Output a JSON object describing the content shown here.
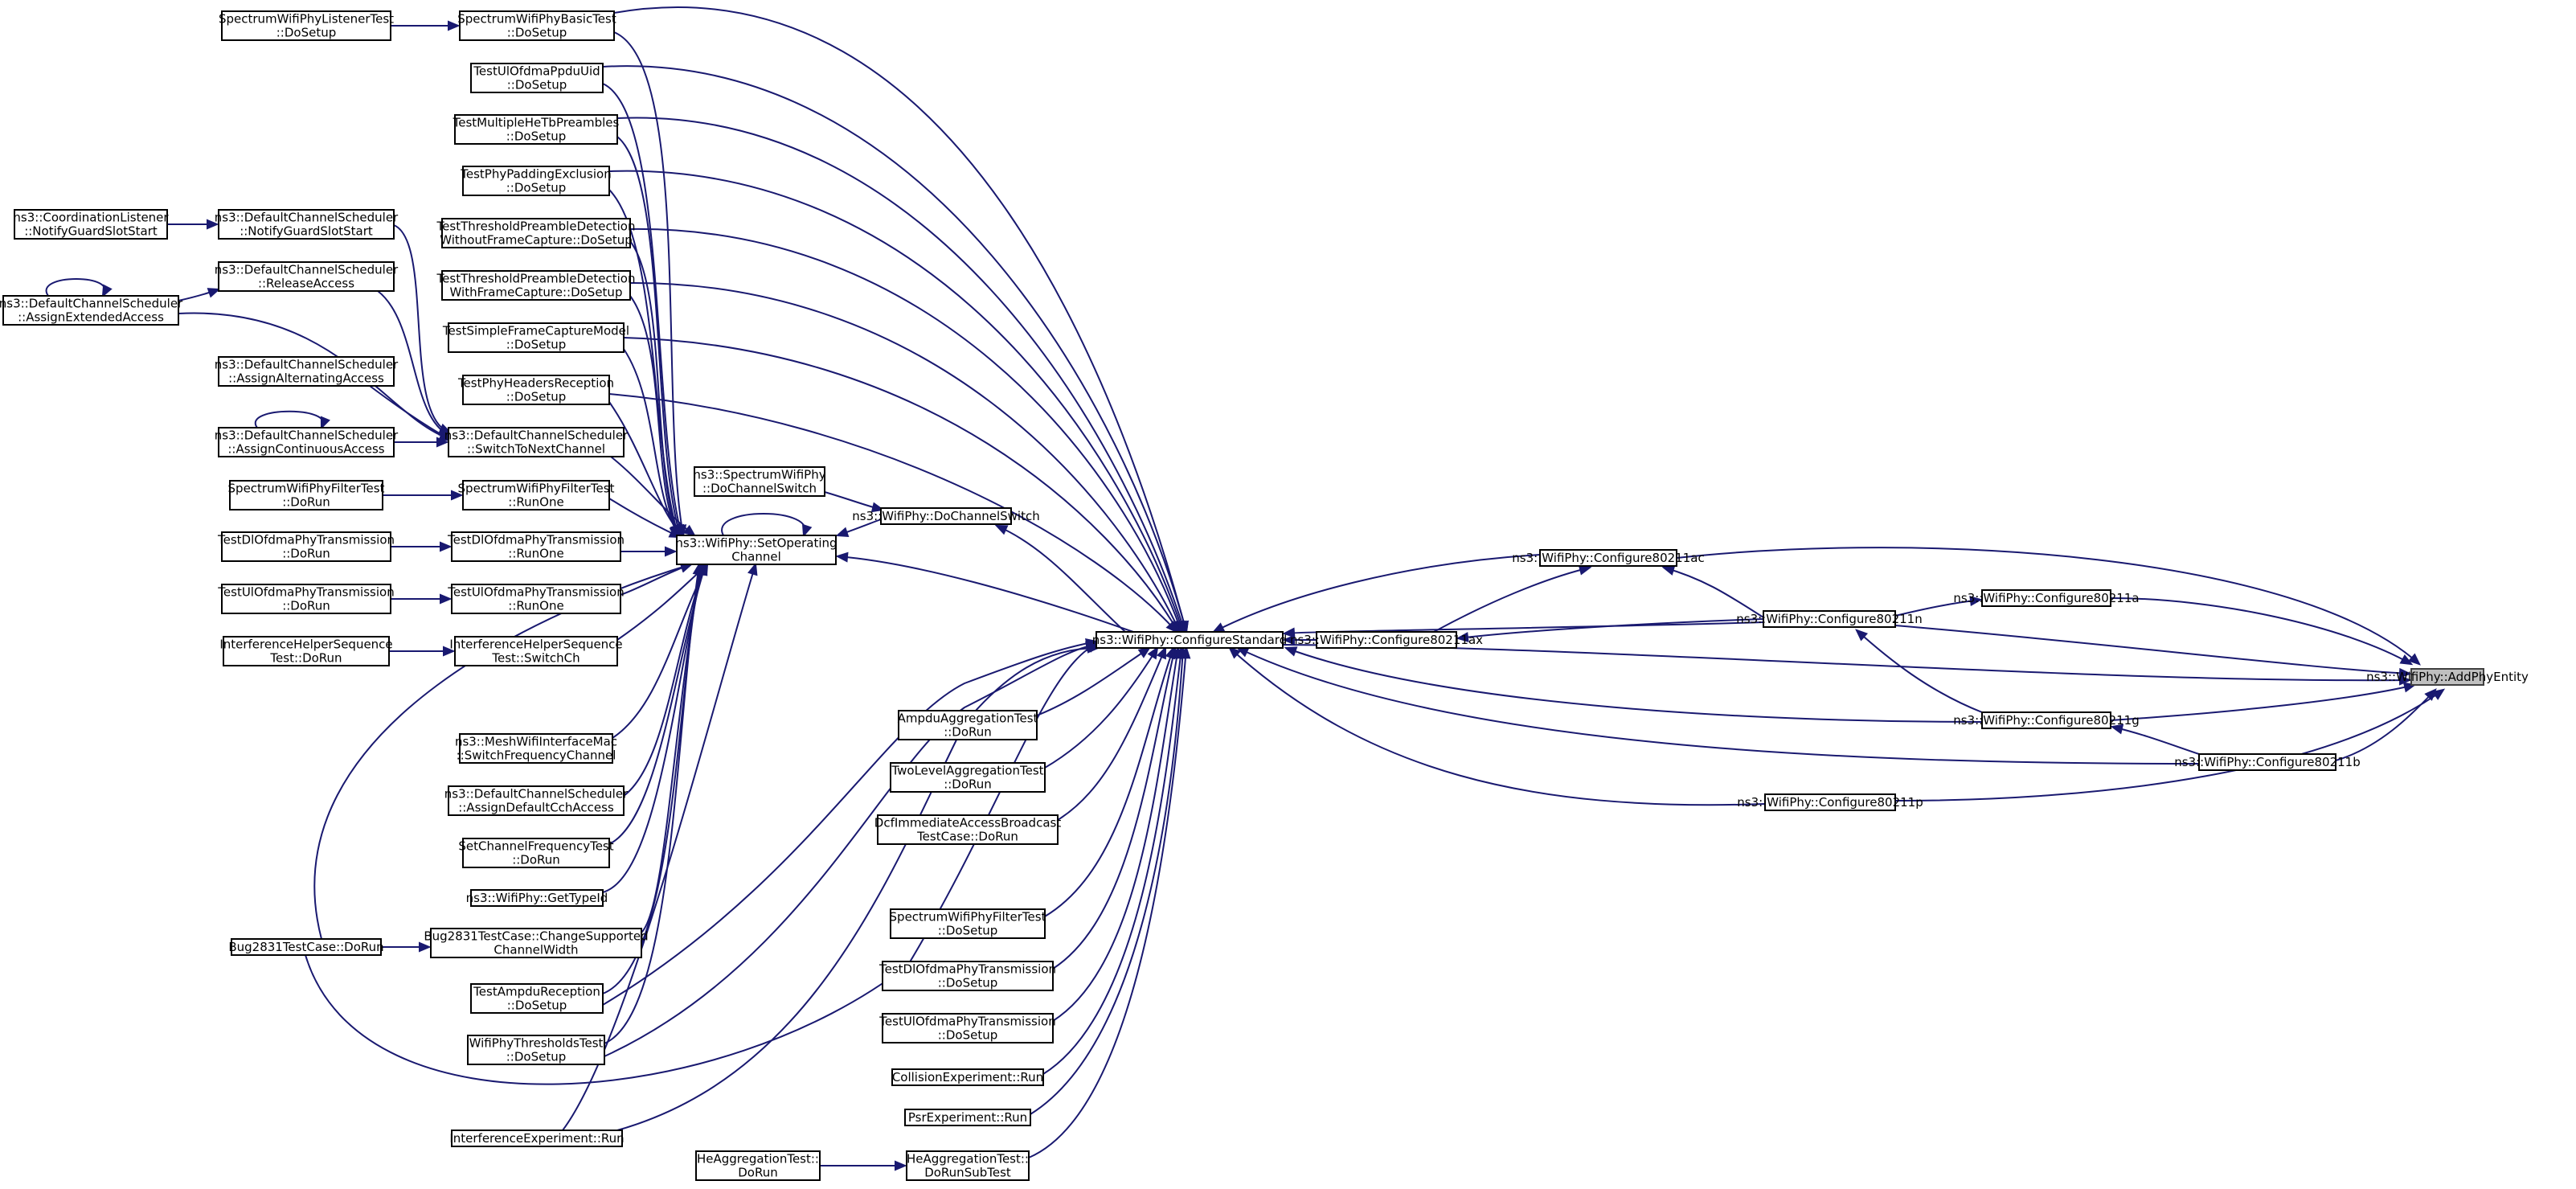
{
  "colors": {
    "edge": "#191970",
    "focus_fill": "#bfbfbf",
    "node_fill": "#ffffff",
    "node_stroke": "#000000"
  },
  "nodes": [
    {
      "id": "addphyentity",
      "lines": [
        "ns3::WifiPhy::AddPhyEntity"
      ]
    },
    {
      "id": "cfg80211a",
      "lines": [
        "ns3::WifiPhy::Configure80211a"
      ]
    },
    {
      "id": "cfg80211g",
      "lines": [
        "ns3::WifiPhy::Configure80211g"
      ]
    },
    {
      "id": "cfg80211b",
      "lines": [
        "ns3::WifiPhy::Configure80211b"
      ]
    },
    {
      "id": "cfg80211p",
      "lines": [
        "ns3::WifiPhy::Configure80211p"
      ]
    },
    {
      "id": "cfg80211n",
      "lines": [
        "ns3::WifiPhy::Configure80211n"
      ]
    },
    {
      "id": "cfg80211ac",
      "lines": [
        "ns3::WifiPhy::Configure80211ac"
      ]
    },
    {
      "id": "cfg80211ax",
      "lines": [
        "ns3::WifiPhy::Configure80211ax"
      ]
    },
    {
      "id": "configurestandard",
      "lines": [
        "ns3::WifiPhy::ConfigureStandard"
      ]
    },
    {
      "id": "dochannelswitch",
      "lines": [
        "ns3::WifiPhy::DoChannelSwitch"
      ]
    },
    {
      "id": "spectrumdochannelswitch",
      "lines": [
        "ns3::SpectrumWifiPhy",
        "::DoChannelSwitch"
      ]
    },
    {
      "id": "setoperatingchannel",
      "lines": [
        "ns3::WifiPhy::SetOperating",
        "Channel"
      ]
    },
    {
      "id": "spectrumbasictest",
      "lines": [
        "SpectrumWifiPhyBasicTest",
        "::DoSetup"
      ]
    },
    {
      "id": "spectrumlistenertest",
      "lines": [
        "SpectrumWifiPhyListenerTest",
        "::DoSetup"
      ]
    },
    {
      "id": "testulofdmappduuid",
      "lines": [
        "TestUlOfdmaPpduUid",
        "::DoSetup"
      ]
    },
    {
      "id": "testmultiplehetb",
      "lines": [
        "TestMultipleHeTbPreambles",
        "::DoSetup"
      ]
    },
    {
      "id": "testphypadding",
      "lines": [
        "TestPhyPaddingExclusion",
        "::DoSetup"
      ]
    },
    {
      "id": "testthresholdwithout",
      "lines": [
        "TestThresholdPreambleDetection",
        "WithoutFrameCapture::DoSetup"
      ]
    },
    {
      "id": "testthresholdwith",
      "lines": [
        "TestThresholdPreambleDetection",
        "WithFrameCapture::DoSetup"
      ]
    },
    {
      "id": "testsimpleframecapture",
      "lines": [
        "TestSimpleFrameCaptureModel",
        "::DoSetup"
      ]
    },
    {
      "id": "testphyheaders",
      "lines": [
        "TestPhyHeadersReception",
        "::DoSetup"
      ]
    },
    {
      "id": "switchtonextchannel",
      "lines": [
        "ns3::DefaultChannelScheduler",
        "::SwitchToNextChannel"
      ]
    },
    {
      "id": "notifyguardslotstart",
      "lines": [
        "ns3::DefaultChannelScheduler",
        "::NotifyGuardSlotStart"
      ]
    },
    {
      "id": "coordinationlistener",
      "lines": [
        "ns3::CoordinationListener",
        "::NotifyGuardSlotStart"
      ]
    },
    {
      "id": "releaseaccess",
      "lines": [
        "ns3::DefaultChannelScheduler",
        "::ReleaseAccess"
      ]
    },
    {
      "id": "assignextendedaccess",
      "lines": [
        "ns3::DefaultChannelScheduler",
        "::AssignExtendedAccess"
      ]
    },
    {
      "id": "assignalternatingaccess",
      "lines": [
        "ns3::DefaultChannelScheduler",
        "::AssignAlternatingAccess"
      ]
    },
    {
      "id": "assigncontinuousaccess",
      "lines": [
        "ns3::DefaultChannelScheduler",
        "::AssignContinuousAccess"
      ]
    },
    {
      "id": "spectrumfilterrunone",
      "lines": [
        "SpectrumWifiPhyFilterTest",
        "::RunOne"
      ]
    },
    {
      "id": "spectrumfilterdorun",
      "lines": [
        "SpectrumWifiPhyFilterTest",
        "::DoRun"
      ]
    },
    {
      "id": "testdlrunone",
      "lines": [
        "TestDlOfdmaPhyTransmission",
        "::RunOne"
      ]
    },
    {
      "id": "testdldorun",
      "lines": [
        "TestDlOfdmaPhyTransmission",
        "::DoRun"
      ]
    },
    {
      "id": "testulrunone",
      "lines": [
        "TestUlOfdmaPhyTransmission",
        "::RunOne"
      ]
    },
    {
      "id": "testuldorun",
      "lines": [
        "TestUlOfdmaPhyTransmission",
        "::DoRun"
      ]
    },
    {
      "id": "interferenceswitchch",
      "lines": [
        "InterferenceHelperSequence",
        "Test::SwitchCh"
      ]
    },
    {
      "id": "interferencedorun",
      "lines": [
        "InterferenceHelperSequence",
        "Test::DoRun"
      ]
    },
    {
      "id": "meshswitchfreq",
      "lines": [
        "ns3::MeshWifiInterfaceMac",
        "::SwitchFrequencyChannel"
      ]
    },
    {
      "id": "assigndefaultcch",
      "lines": [
        "ns3::DefaultChannelScheduler",
        "::AssignDefaultCchAccess"
      ]
    },
    {
      "id": "setchannelfreq",
      "lines": [
        "SetChannelFrequencyTest",
        "::DoRun"
      ]
    },
    {
      "id": "gettypeid",
      "lines": [
        "ns3::WifiPhy::GetTypeId"
      ]
    },
    {
      "id": "bug2831change",
      "lines": [
        "Bug2831TestCase::ChangeSupported",
        "ChannelWidth"
      ]
    },
    {
      "id": "bug2831dorun",
      "lines": [
        "Bug2831TestCase::DoRun"
      ]
    },
    {
      "id": "testampdureception",
      "lines": [
        "TestAmpduReception",
        "::DoSetup"
      ]
    },
    {
      "id": "wifiphythresholds",
      "lines": [
        "WifiPhyThresholdsTest",
        "::DoSetup"
      ]
    },
    {
      "id": "interferenceexperiment",
      "lines": [
        "InterferenceExperiment::Run"
      ]
    },
    {
      "id": "ampduaggregation",
      "lines": [
        "AmpduAggregationTest",
        "::DoRun"
      ]
    },
    {
      "id": "twolevelaggregation",
      "lines": [
        "TwoLevelAggregationTest",
        "::DoRun"
      ]
    },
    {
      "id": "dcfimmediate",
      "lines": [
        "DcfImmediateAccessBroadcast",
        "TestCase::DoRun"
      ]
    },
    {
      "id": "spectrumfilterdosetup",
      "lines": [
        "SpectrumWifiPhyFilterTest",
        "::DoSetup"
      ]
    },
    {
      "id": "testdldosetup",
      "lines": [
        "TestDlOfdmaPhyTransmission",
        "::DoSetup"
      ]
    },
    {
      "id": "testuldosetup",
      "lines": [
        "TestUlOfdmaPhyTransmission",
        "::DoSetup"
      ]
    },
    {
      "id": "collisionexperiment",
      "lines": [
        "CollisionExperiment::Run"
      ]
    },
    {
      "id": "psrexperiment",
      "lines": [
        "PsrExperiment::Run"
      ]
    },
    {
      "id": "heaggregationsubtest",
      "lines": [
        "HeAggregationTest::",
        "DoRunSubTest"
      ]
    },
    {
      "id": "heaggregationdorun",
      "lines": [
        "HeAggregationTest::",
        "DoRun"
      ]
    }
  ]
}
